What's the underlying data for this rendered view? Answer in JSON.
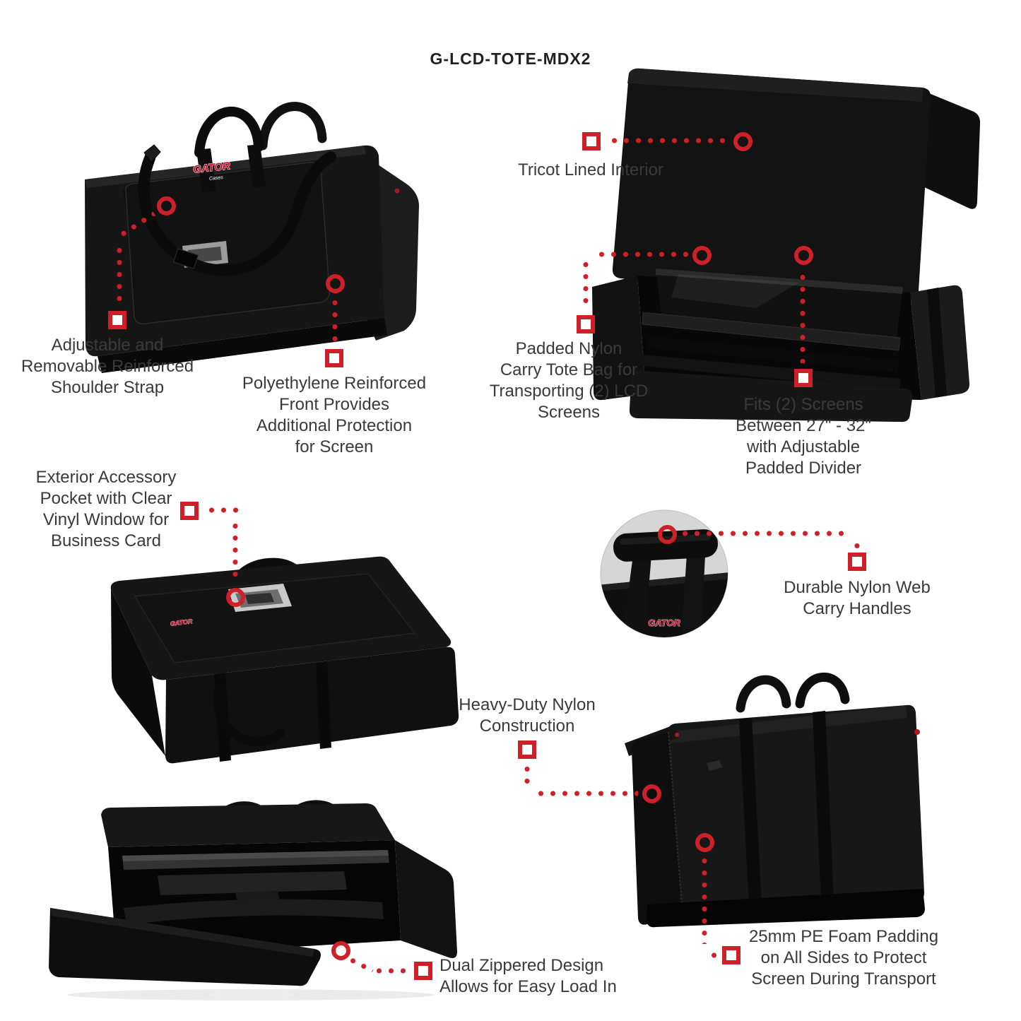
{
  "title": "G-LCD-TOTE-MDX2",
  "brand": {
    "logo_text": "GATOR",
    "logo_sub": "Cases"
  },
  "accent_color": "#ce2029",
  "callouts": {
    "shoulder_strap": {
      "lines": [
        "Adjustable and",
        "Removable Reinforced",
        "Shoulder Strap"
      ]
    },
    "poly_front": {
      "lines": [
        "Polyethylene Reinforced",
        "Front Provides",
        "Additional Protection",
        "for Screen"
      ]
    },
    "tricot": {
      "lines": [
        "Tricot Lined Interior"
      ]
    },
    "padded_nylon": {
      "lines": [
        "Padded Nylon",
        "Carry Tote Bag for",
        "Transporting (2) LCD",
        "Screens"
      ]
    },
    "fits_screens": {
      "lines": [
        "Fits (2) Screens",
        "Between 27\" - 32\"",
        "with Adjustable",
        "Padded Divider"
      ]
    },
    "accessory_pocket": {
      "lines": [
        "Exterior Accessory",
        "Pocket with Clear",
        "Vinyl Window for",
        "Business Card"
      ]
    },
    "carry_handles": {
      "lines": [
        "Durable Nylon Web",
        "Carry Handles"
      ]
    },
    "heavy_duty": {
      "lines": [
        "Heavy-Duty Nylon",
        "Construction"
      ]
    },
    "dual_zipper": {
      "lines": [
        "Dual Zippered Design",
        "Allows for Easy Load In"
      ]
    },
    "foam_padding": {
      "lines": [
        "25mm PE Foam Padding",
        "on All Sides to Protect",
        "Screen During Transport"
      ]
    }
  }
}
